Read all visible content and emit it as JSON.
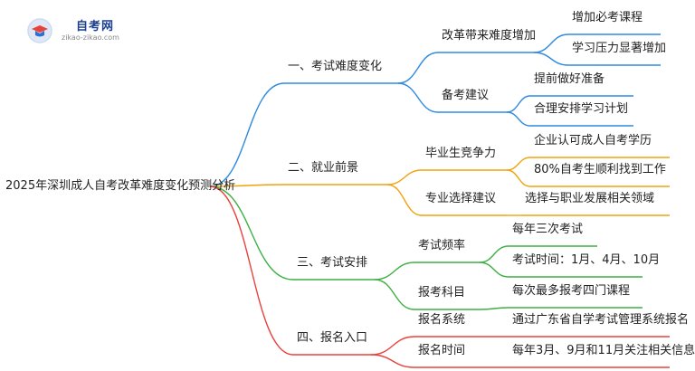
{
  "logo": {
    "name": "自考网",
    "url": "zikao-zikao.com"
  },
  "root": "2025年深圳成人自考改革难度变化预测分析",
  "branches": [
    {
      "label": "一、考试难度变化",
      "color": "#2f8ae0",
      "children": [
        {
          "label": "改革带来难度增加",
          "leaves": [
            "增加必考课程",
            "学习压力显著增加"
          ]
        },
        {
          "label": "备考建议",
          "leaves": [
            "提前做好准备",
            "合理安排学习计划"
          ]
        }
      ]
    },
    {
      "label": "二、就业前景",
      "color": "#f0a30a",
      "children": [
        {
          "label": "毕业生竞争力",
          "leaves": [
            "企业认可成人自考学历",
            "80%自考生顺利找到工作"
          ]
        },
        {
          "label": "专业选择建议",
          "leaves": [
            "选择与职业发展相关领域"
          ]
        }
      ]
    },
    {
      "label": "三、考试安排",
      "color": "#3cb043",
      "children": [
        {
          "label": "考试频率",
          "leaves": [
            "每年三次考试",
            "考试时间：1月、4月、10月"
          ]
        },
        {
          "label": "报考科目",
          "leaves": [
            "每次最多报考四门课程"
          ]
        }
      ]
    },
    {
      "label": "四、报名入口",
      "color": "#e8423c",
      "children": [
        {
          "label": "报名系统",
          "leaves": [
            "通过广东省自学考试管理系统报名"
          ]
        },
        {
          "label": "报名时间",
          "leaves": [
            "每年3月、9月和11月关注相关信息"
          ]
        }
      ]
    }
  ]
}
